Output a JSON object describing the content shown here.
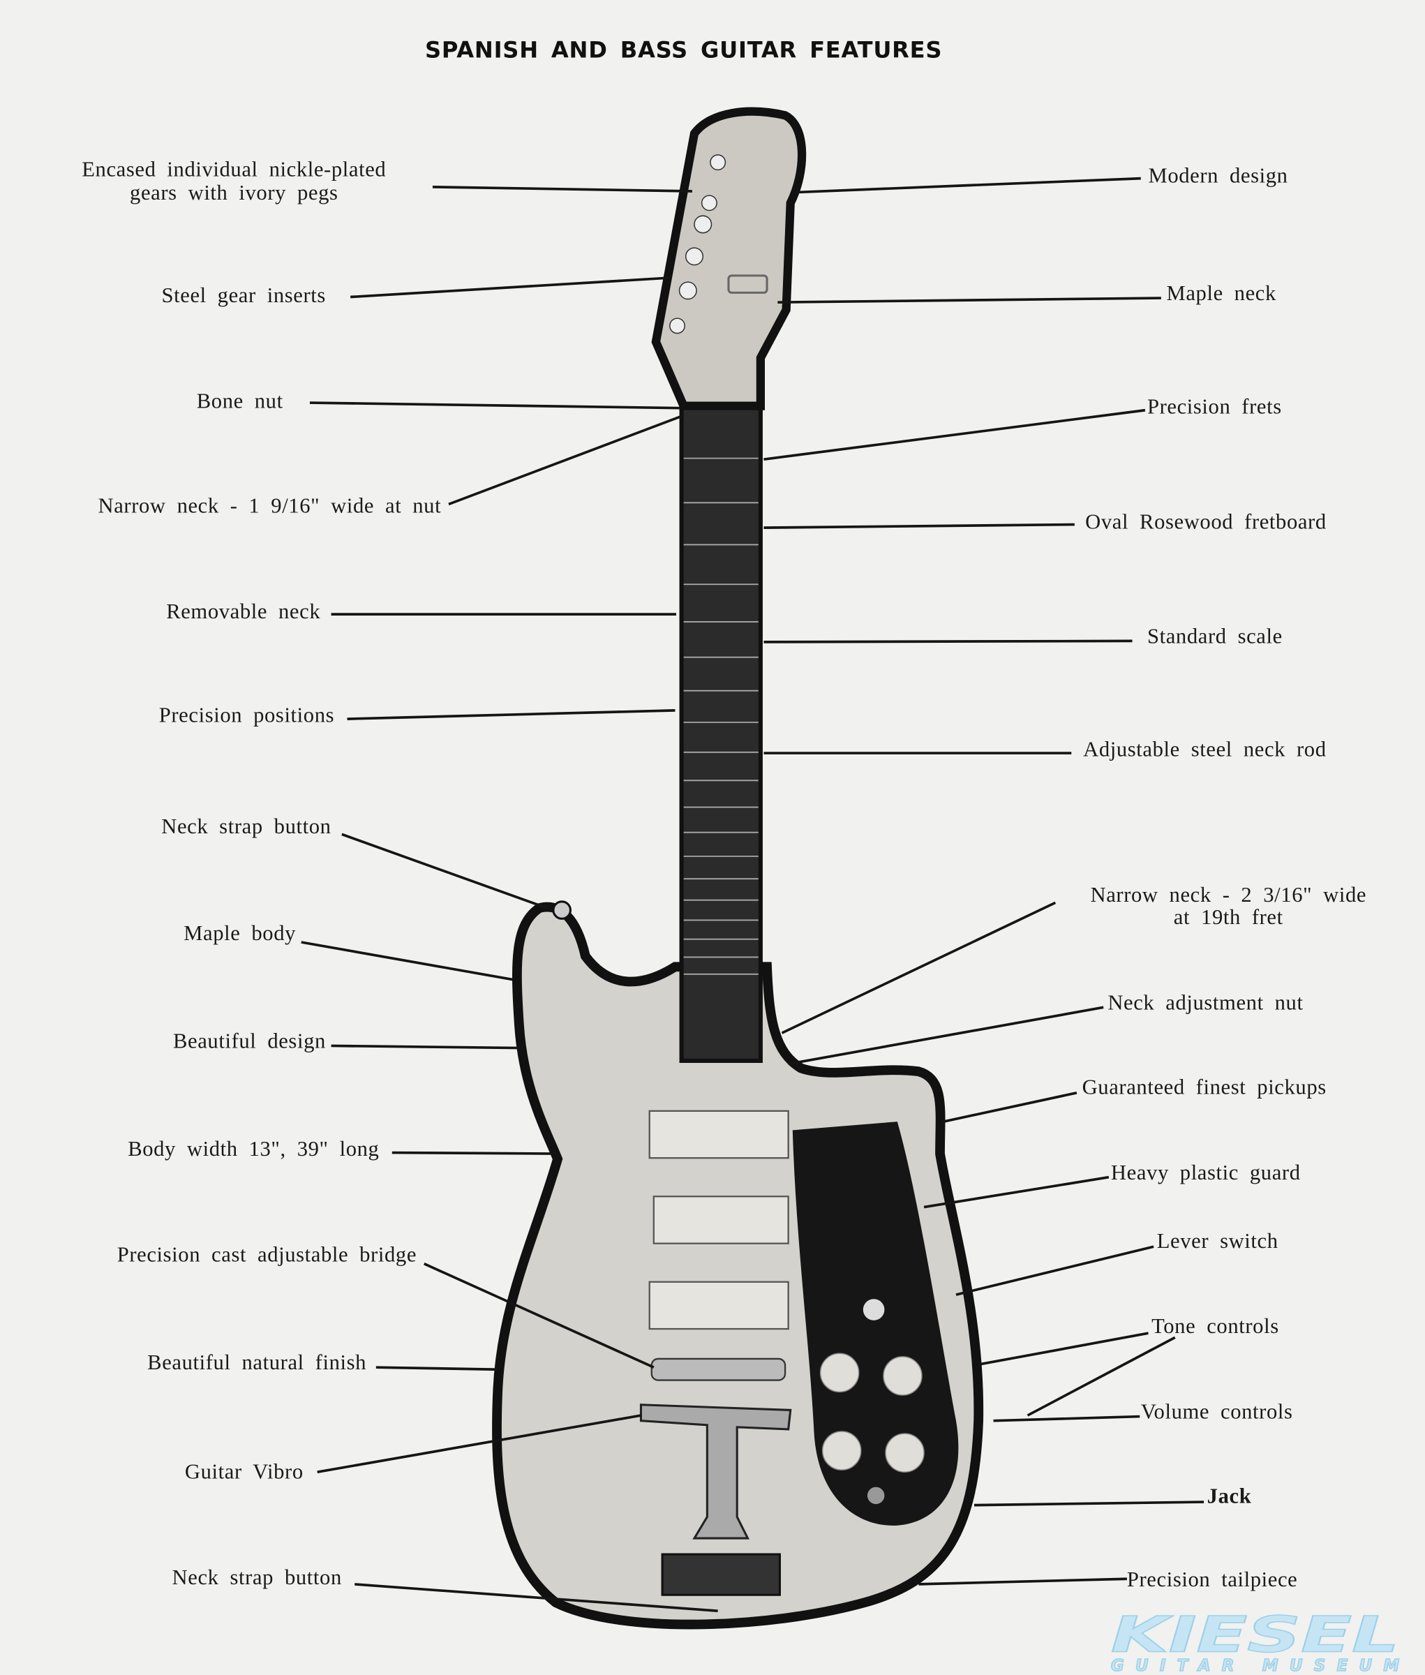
{
  "title": "SPANISH AND BASS GUITAR FEATURES",
  "left_labels": [
    {
      "lines": [
        "Encased individual nickle-plated",
        "gears with ivory pegs"
      ]
    },
    {
      "lines": [
        "Steel gear inserts"
      ]
    },
    {
      "lines": [
        "Bone nut"
      ]
    },
    {
      "lines": [
        "Narrow neck - 1 9/16\" wide at nut"
      ]
    },
    {
      "lines": [
        "Removable neck"
      ]
    },
    {
      "lines": [
        "Precision positions"
      ]
    },
    {
      "lines": [
        "Neck strap button"
      ]
    },
    {
      "lines": [
        "Maple body"
      ]
    },
    {
      "lines": [
        "Beautiful design"
      ]
    },
    {
      "lines": [
        "Body width 13\", 39\" long"
      ]
    },
    {
      "lines": [
        "Precision cast adjustable bridge"
      ]
    },
    {
      "lines": [
        "Beautiful natural finish"
      ]
    },
    {
      "lines": [
        "Guitar Vibro"
      ]
    },
    {
      "lines": [
        "Neck strap button"
      ]
    }
  ],
  "right_labels": [
    {
      "lines": [
        "Modern design"
      ]
    },
    {
      "lines": [
        "Maple neck"
      ]
    },
    {
      "lines": [
        "Precision frets"
      ]
    },
    {
      "lines": [
        "Oval Rosewood fretboard"
      ]
    },
    {
      "lines": [
        "Standard scale"
      ]
    },
    {
      "lines": [
        "Adjustable steel neck rod"
      ]
    },
    {
      "lines": [
        "Narrow neck - 2 3/16\" wide",
        "at 19th fret"
      ]
    },
    {
      "lines": [
        "Neck adjustment nut"
      ]
    },
    {
      "lines": [
        "Guaranteed finest pickups"
      ]
    },
    {
      "lines": [
        "Heavy plastic guard"
      ]
    },
    {
      "lines": [
        "Lever switch"
      ]
    },
    {
      "lines": [
        "Tone controls"
      ]
    },
    {
      "lines": [
        "Volume controls"
      ]
    },
    {
      "lines": [
        "Jack"
      ]
    },
    {
      "lines": [
        "Precision tailpiece"
      ]
    }
  ],
  "watermark": {
    "main": "KIESEL",
    "sub": "GUITAR MUSEUM",
    "color": "#bfe3f5"
  }
}
